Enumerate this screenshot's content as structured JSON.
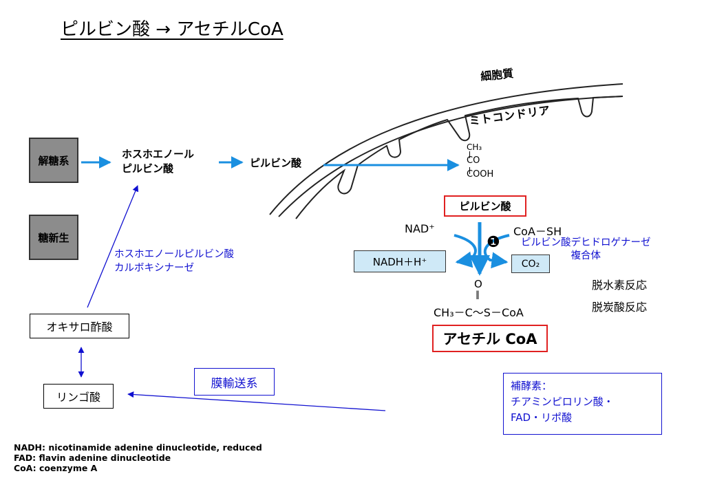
{
  "title": "ピルビン酸 → アセチルCoA",
  "cell": {
    "cytoplasm_label": "細胞質",
    "mitochondria_label": "ミトコンドリア"
  },
  "left": {
    "glycolysis": "解糖系",
    "gluconeogenesis": "糖新生",
    "pep_line1": "ホスホエノール",
    "pep_line2": "ピルビン酸",
    "pyruvate": "ピルビン酸",
    "pepck_line1": "ホスホエノールピルビン酸",
    "pepck_line2": "カルボキシナーゼ",
    "oxaloacetate": "オキサロ酢酸",
    "malate": "リンゴ酸",
    "transport": "膜輸送系"
  },
  "pyruvate_structure": {
    "ch3": "CH₃",
    "co": "CO",
    "cooh": "COOH",
    "label": "ピルビン酸"
  },
  "reaction": {
    "nad": "NAD⁺",
    "coash": "CoA－SH",
    "nadh": "NADH＋H⁺",
    "co2": "CO₂",
    "step_number": "❶",
    "enzyme_line1": "ピルビン酸デヒドロゲナーゼ",
    "enzyme_line2": "複合体",
    "dehydrogenation": "脱水素反応",
    "decarboxylation": "脱炭酸反応",
    "product_o": "O",
    "product_double": "‖",
    "product_formula": "CH₃－C～S－CoA",
    "product_name": "アセチル CoA"
  },
  "cofactors": {
    "heading": "補酵素：",
    "line1": "チアミンピロリン酸・",
    "line2": "FAD・リポ酸"
  },
  "definitions": [
    "NADH:  nicotinamide adenine dinucleotide, reduced",
    "FAD:  flavin adenine dinucleotide",
    "CoA: coenzyme A"
  ],
  "colors": {
    "arrow_light_blue": "#1a8fe0",
    "arrow_dark_blue": "#1010d0",
    "red_box": "#e02020",
    "nadh_fill": "#cfe9f7"
  }
}
